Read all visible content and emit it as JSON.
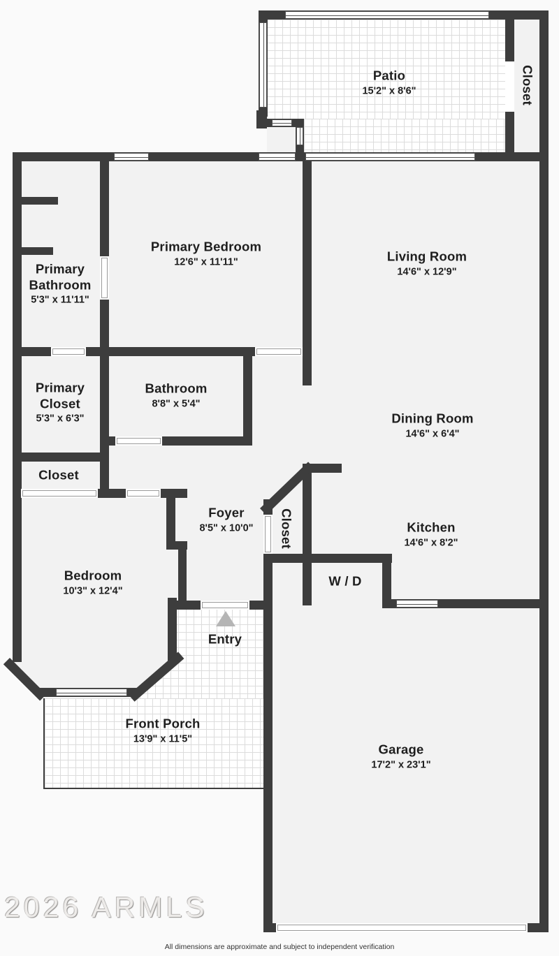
{
  "meta": {
    "type": "floor-plan",
    "watermark": "2026 ARMLS",
    "disclaimer": "All dimensions are approximate and subject to independent verification"
  },
  "colors": {
    "wall": "#3d3d3d",
    "floor": "#f2f2f2",
    "background": "#fafafa",
    "label_text": "#1e1e1e",
    "tile_grid_line": "#dcdcdc",
    "entry_arrow": "#b5b5b5",
    "watermark_gray": "#b9b7b5"
  },
  "rooms": {
    "patio": {
      "name": "Patio",
      "dims": "15'2\" x 8'6\""
    },
    "patio_closet": {
      "name": "Closet"
    },
    "primary_bedroom": {
      "name": "Primary Bedroom",
      "dims": "12'6\" x 11'11\""
    },
    "living_room": {
      "name": "Living Room",
      "dims": "14'6\" x 12'9\""
    },
    "primary_bathroom": {
      "name": "Primary Bathroom",
      "dims": "5'3\" x 11'11\""
    },
    "primary_closet": {
      "name": "Primary Closet",
      "dims": "5'3\" x 6'3\""
    },
    "bathroom": {
      "name": "Bathroom",
      "dims": "8'8\" x 5'4\""
    },
    "dining_room": {
      "name": "Dining Room",
      "dims": "14'6\" x 6'4\""
    },
    "hall_closet": {
      "name": "Closet"
    },
    "foyer": {
      "name": "Foyer",
      "dims": "8'5\" x 10'0\""
    },
    "entry_closet": {
      "name": "Closet"
    },
    "kitchen": {
      "name": "Kitchen",
      "dims": "14'6\" x 8'2\""
    },
    "bedroom": {
      "name": "Bedroom",
      "dims": "10'3\" x 12'4\""
    },
    "laundry": {
      "name": "W / D"
    },
    "entry": {
      "name": "Entry"
    },
    "front_porch": {
      "name": "Front Porch",
      "dims": "13'9\" x 11'5\""
    },
    "garage": {
      "name": "Garage",
      "dims": "17'2\" x 23'1\""
    }
  }
}
